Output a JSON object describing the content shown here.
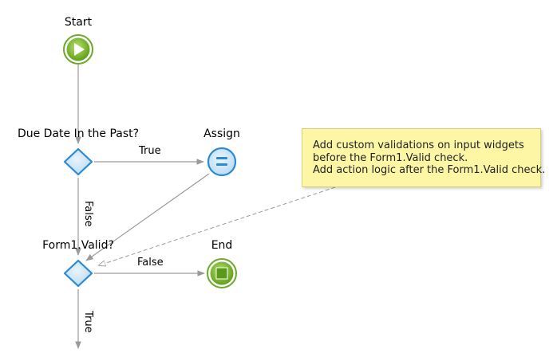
{
  "nodes": {
    "start": "Start",
    "due_date_check": "Due Date In the Past?",
    "assign": "Assign",
    "form_valid": "Form1.Valid?",
    "end": "End"
  },
  "edges": {
    "due_true": "True",
    "due_false": "False",
    "form_false": "False",
    "form_true": "True"
  },
  "note": {
    "lines": [
      "Add custom validations on input widgets",
      "before the Form1.Valid check.",
      "Add action logic after the Form1.Valid check."
    ]
  },
  "colors": {
    "start_fill": "#76b82a",
    "end_fill": "#76b82a",
    "decision_stroke": "#2a8ad4",
    "assign_stroke": "#2a8ad4",
    "connector": "#9a9a9a",
    "note_fill": "#fdf6a5"
  }
}
